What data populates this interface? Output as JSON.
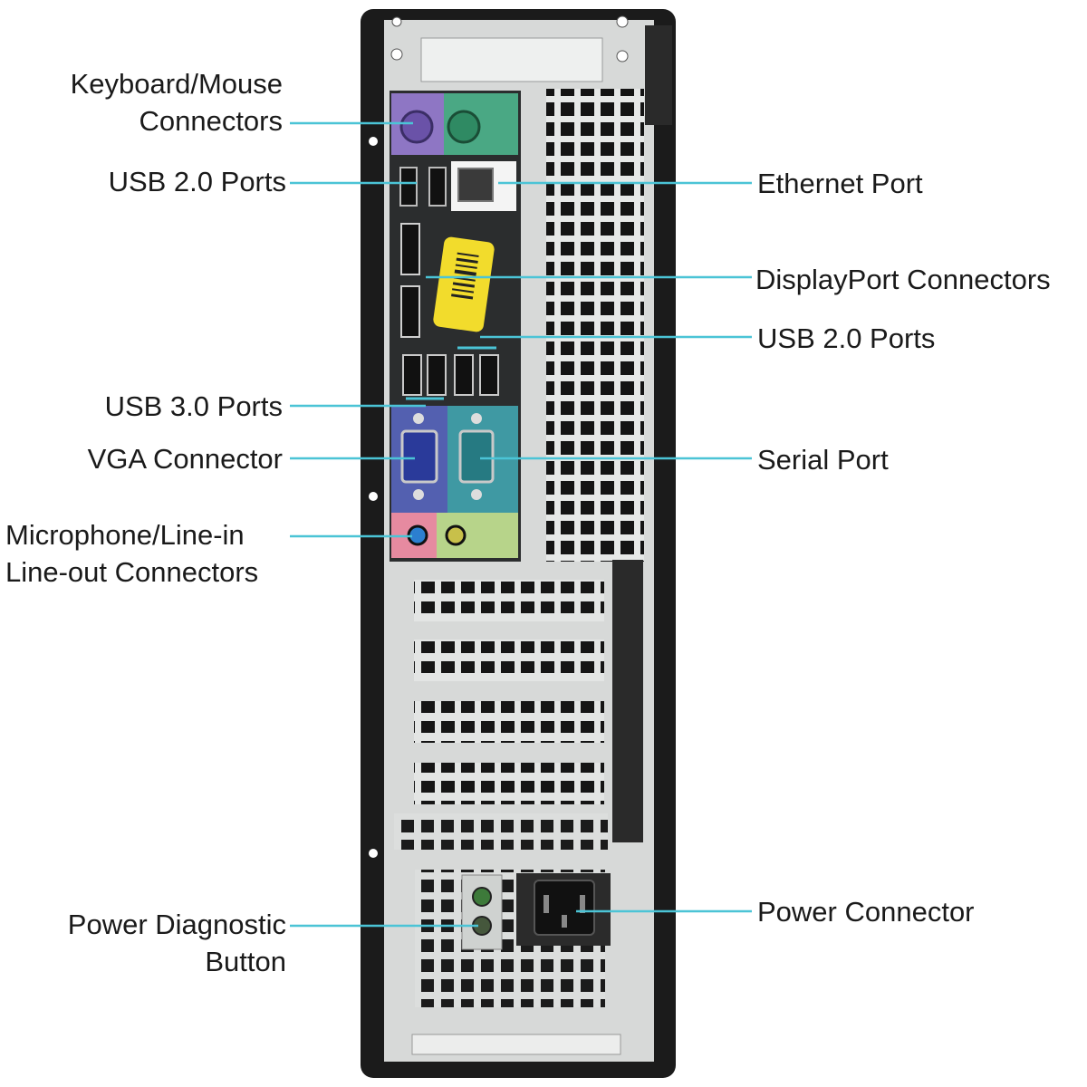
{
  "callouts_left": [
    {
      "id": "keyboard-mouse",
      "lines": [
        "Keyboard/Mouse",
        "Connectors"
      ]
    },
    {
      "id": "usb2-top",
      "lines": [
        "USB 2.0 Ports"
      ]
    },
    {
      "id": "usb3",
      "lines": [
        "USB 3.0 Ports"
      ]
    },
    {
      "id": "vga",
      "lines": [
        "VGA Connector"
      ]
    },
    {
      "id": "audio",
      "lines": [
        "Microphone/Line-in",
        "Line-out Connectors"
      ]
    },
    {
      "id": "power-diag",
      "lines": [
        "Power Diagnostic",
        "Button"
      ]
    }
  ],
  "callouts_right": [
    {
      "id": "ethernet",
      "lines": [
        "Ethernet Port"
      ]
    },
    {
      "id": "displayport",
      "lines": [
        "DisplayPort Connectors"
      ]
    },
    {
      "id": "usb2-lower",
      "lines": [
        "USB 2.0 Ports"
      ]
    },
    {
      "id": "serial",
      "lines": [
        "Serial Port"
      ]
    },
    {
      "id": "power-connector",
      "lines": [
        "Power Connector"
      ]
    }
  ],
  "colors": {
    "leader_line": "#4bc4d6",
    "chassis_frame": "#1b1b1b",
    "panel": "#d7d9d8",
    "ps2_keyboard": "#8e76c4",
    "ps2_mouse": "#4aa884",
    "vga_blue": "#5360b0",
    "serial_teal": "#3f99a3",
    "mic_pink": "#e68aa0",
    "line_green": "#b7d48a",
    "dp_sticker": "#f2dc2c"
  }
}
